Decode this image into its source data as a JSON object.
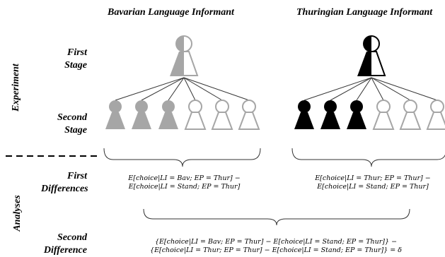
{
  "headers": {
    "bavarian": "Bavarian Language Informant",
    "thuringian": "Thuringian Language Informant"
  },
  "side_labels": {
    "experiment": "Experiment",
    "analyses": "Analyses"
  },
  "stage_labels": {
    "first_stage": [
      "First",
      "Stage"
    ],
    "second_stage": [
      "Second",
      "Stage"
    ],
    "first_differences": [
      "First",
      "Differences"
    ],
    "second_difference": [
      "Second",
      "Difference"
    ]
  },
  "formulas": {
    "bavarian_first_diff": [
      "E[choice|LI = Bav; EP = Thur] −",
      "E[choice|LI = Stand; EP = Thur]"
    ],
    "thuringian_first_diff": [
      "E[choice|LI = Thur; EP = Thur] −",
      "E[choice|LI = Stand; EP = Thur]"
    ],
    "second_diff": [
      "{E[choice|LI = Bav; EP = Thur] − E[choice|LI = Stand; EP = Thur]} −",
      "{E[choice|LI = Thur; EP = Thur] − E[choice|LI = Stand; EP = Thur]} = δ"
    ]
  },
  "colors": {
    "bavarian_fill": "#a6a6a6",
    "thuringian_fill": "#000000",
    "outline_gray": "#a6a6a6",
    "line": "#333333"
  },
  "icons": {
    "informant": "pawn-figure-icon"
  }
}
